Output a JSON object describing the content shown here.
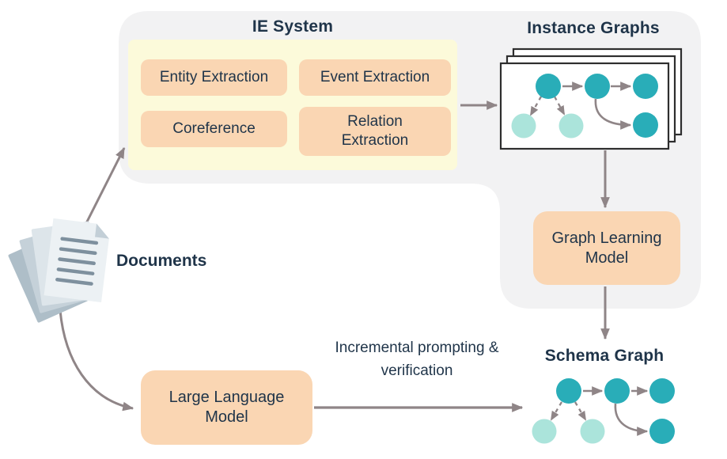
{
  "diagram": {
    "ie_system": {
      "title": "IE System",
      "components": [
        "Entity Extraction",
        "Event Extraction",
        "Coreference",
        "Relation Extraction"
      ]
    },
    "instance_graphs": {
      "title": "Instance Graphs"
    },
    "graph_learning_model": {
      "label": "Graph Learning Model"
    },
    "documents": {
      "label": "Documents"
    },
    "large_language_model": {
      "label": "Large Language Model"
    },
    "llm_edge_label": {
      "lines": [
        "Incremental prompting &",
        "verification"
      ]
    },
    "schema_graph": {
      "title": "Schema Graph"
    }
  },
  "colors": {
    "container_bg": "#F2F2F3",
    "ie_panel_bg": "#FCFADA",
    "component_box_bg": "#FAD6B3",
    "text": "#1F3449",
    "arrow": "#8F8587",
    "node_teal": "#29ADB8",
    "node_light_teal": "#ABE4DB",
    "card_border": "#2E2E2E",
    "card_bg": "#FFFFFF"
  }
}
